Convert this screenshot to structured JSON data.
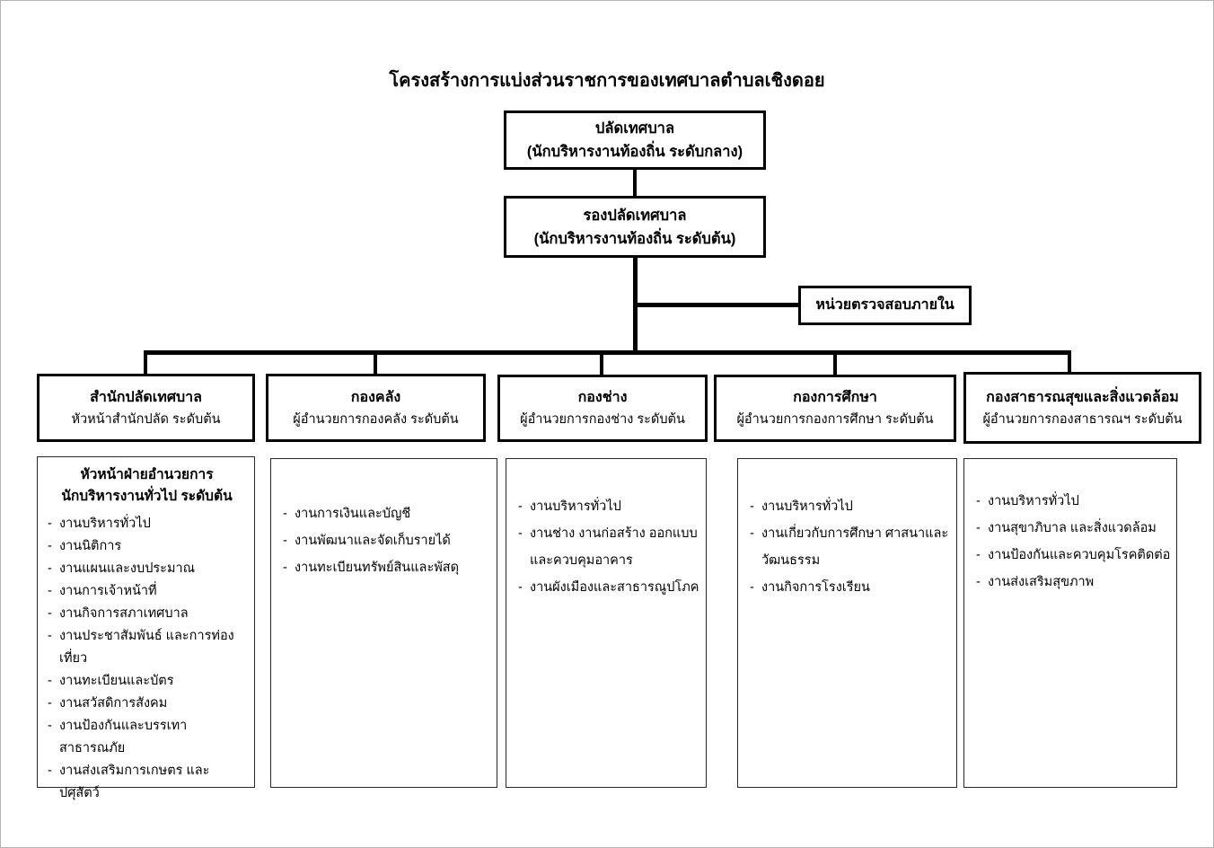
{
  "title": "โครงสร้างการแบ่งส่วนราชการของเทศบาลตำบลเชิงดอย",
  "clerk": {
    "line1": "ปลัดเทศบาล",
    "line2": "(นักบริหารงานท้องถิ่น ระดับกลาง)"
  },
  "deputy": {
    "line1": "รองปลัดเทศบาล",
    "line2": "(นักบริหารงานท้องถิ่น ระดับต้น)"
  },
  "audit": {
    "label": "หน่วยตรวจสอบภายใน"
  },
  "departments": [
    {
      "title": "สำนักปลัดเทศบาล",
      "head": "หัวหน้าสำนักปลัด ระดับต้น",
      "section_head": [
        "หัวหน้าฝ่ายอำนวยการ",
        "นักบริหารงานทั่วไป ระดับต้น"
      ],
      "items": [
        "งานบริหารทั่วไป",
        "งานนิติการ",
        "งานแผนและงบประมาณ",
        "งานการเจ้าหน้าที่",
        "งานกิจการสภาเทศบาล",
        "งานประชาสัมพันธ์ และการท่องเที่ยว",
        "งานทะเบียนและบัตร",
        "งานสวัสดิการสังคม",
        "งานป้องกันและบรรเทาสาธารณภัย",
        "งานส่งเสริมการเกษตร และปศุสัตว์"
      ]
    },
    {
      "title": "กองคลัง",
      "head": "ผู้อำนวยการกองคลัง ระดับต้น",
      "items": [
        "งานการเงินและบัญชี",
        "งานพัฒนาและจัดเก็บรายได้",
        "งานทะเบียนทรัพย์สินและพัสดุ"
      ]
    },
    {
      "title": "กองช่าง",
      "head": "ผู้อำนวยการกองช่าง ระดับต้น",
      "items": [
        "งานบริหารทั่วไป",
        "งานช่าง งานก่อสร้าง ออกแบบ และควบคุมอาคาร",
        "งานผังเมืองและสาธารณูปโภค"
      ]
    },
    {
      "title": "กองการศึกษา",
      "head": "ผู้อำนวยการกองการศึกษา ระดับต้น",
      "items": [
        "งานบริหารทั่วไป",
        "งานเกี่ยวกับการศึกษา ศาสนาและวัฒนธรรม",
        "งานกิจการโรงเรียน"
      ]
    },
    {
      "title": "กองสาธารณสุขและสิ่งแวดล้อม",
      "head": "ผู้อำนวยการกองสาธารณฯ ระดับต้น",
      "items": [
        "งานบริหารทั่วไป",
        "งานสุขาภิบาล และสิ่งแวดล้อม",
        "งานป้องกันและควบคุมโรคติดต่อ",
        "งานส่งเสริมสุขภาพ"
      ]
    }
  ]
}
